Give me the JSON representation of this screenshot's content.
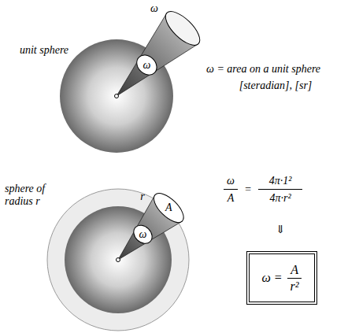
{
  "diagram": {
    "nodes": [
      {
        "text": [
          "ω =",
          "A",
          "r²"
        ]
      }
    ],
    "labels": [
      "ω",
      "unit sphere",
      "ω",
      "ω = area on a unit sphere",
      "[steradian], [sr]",
      "sphere of radius r",
      "r",
      "A",
      "ω",
      "ω",
      "A",
      "=",
      "4π·1²",
      "4π·r²",
      "⇓"
    ]
  }
}
